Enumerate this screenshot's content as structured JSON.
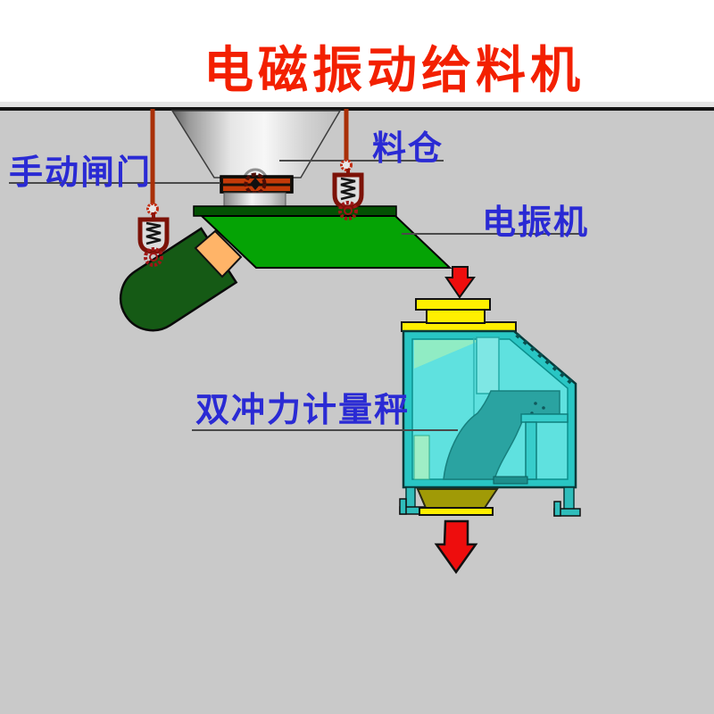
{
  "title": {
    "text": "电磁振动给料机"
  },
  "labels": {
    "manual_gate": "手动闸门",
    "hopper": "料仓",
    "vibrator": "电振机",
    "weighing_scale": "双冲力计量秤"
  },
  "colors": {
    "title_red": "#f32000",
    "label_blue": "#2a2ad4",
    "background_gray": "#c9c9c9",
    "tray_green": "#05a305",
    "tray_bar_green": "#035103",
    "vibrator_green": "#155a15",
    "connector_orange": "#ffb468",
    "rod_red": "#a93008",
    "hanger_red": "#7c1208",
    "ring_red": "#a01616",
    "gate_red": "#c43a08",
    "box_frame_teal": "#29c6c4",
    "box_teal": "#5fe1df",
    "chute_teal": "#2aa3a1",
    "flange_yellow": "#ffef00",
    "funnel_olive": "#a09a06",
    "arrow_red": "#ee0d0d"
  }
}
